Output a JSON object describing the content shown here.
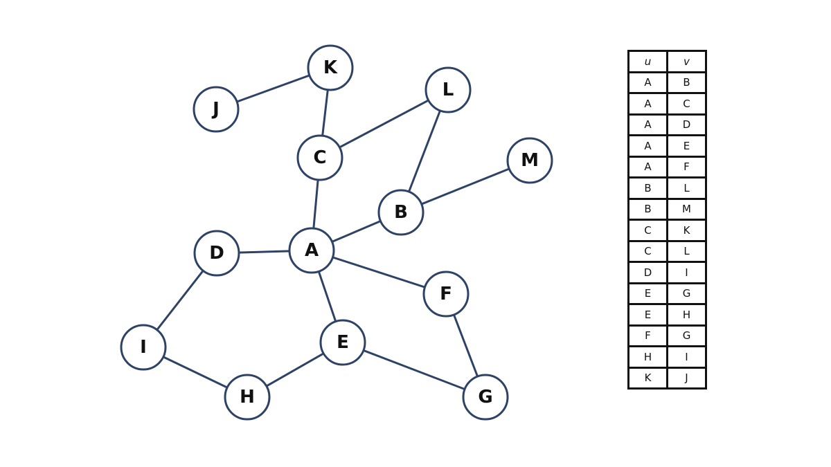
{
  "colors": {
    "edge": "#2e4266",
    "node_border": "#2e4266",
    "text": "#111111"
  },
  "graph": {
    "nodes": [
      "A",
      "B",
      "C",
      "D",
      "E",
      "F",
      "G",
      "H",
      "I",
      "J",
      "K",
      "L",
      "M"
    ],
    "edges": [
      [
        "A",
        "B"
      ],
      [
        "A",
        "C"
      ],
      [
        "A",
        "D"
      ],
      [
        "A",
        "E"
      ],
      [
        "A",
        "F"
      ],
      [
        "B",
        "L"
      ],
      [
        "B",
        "M"
      ],
      [
        "C",
        "K"
      ],
      [
        "C",
        "L"
      ],
      [
        "D",
        "I"
      ],
      [
        "E",
        "G"
      ],
      [
        "E",
        "H"
      ],
      [
        "F",
        "G"
      ],
      [
        "H",
        "I"
      ],
      [
        "K",
        "J"
      ]
    ]
  },
  "table": {
    "headers": [
      "u",
      "v"
    ],
    "rows": [
      [
        "A",
        "B"
      ],
      [
        "A",
        "C"
      ],
      [
        "A",
        "D"
      ],
      [
        "A",
        "E"
      ],
      [
        "A",
        "F"
      ],
      [
        "B",
        "L"
      ],
      [
        "B",
        "M"
      ],
      [
        "C",
        "K"
      ],
      [
        "C",
        "L"
      ],
      [
        "D",
        "I"
      ],
      [
        "E",
        "G"
      ],
      [
        "E",
        "H"
      ],
      [
        "F",
        "G"
      ],
      [
        "H",
        "I"
      ],
      [
        "K",
        "J"
      ]
    ]
  }
}
